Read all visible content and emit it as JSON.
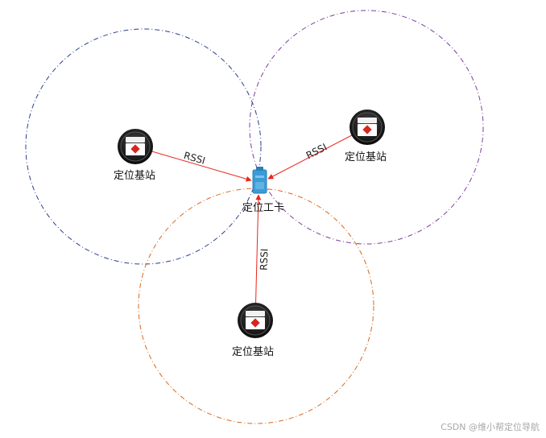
{
  "diagram": {
    "colors": {
      "circle_left": "#2b3f8c",
      "circle_right": "#7a3fa0",
      "circle_bottom": "#d9691f",
      "signal_line": "#e8261f",
      "card_body": "#3b9bd6"
    },
    "base_stations": [
      {
        "id": "left",
        "label": "定位基站"
      },
      {
        "id": "right",
        "label": "定位基站"
      },
      {
        "id": "bottom",
        "label": "定位基站"
      }
    ],
    "tag": {
      "label": "定位工卡"
    },
    "links": [
      {
        "from": "left",
        "label": "RSSI"
      },
      {
        "from": "right",
        "label": "RSSI"
      },
      {
        "from": "bottom",
        "label": "RSSI"
      }
    ],
    "icons": {
      "base_station": "base-station-icon",
      "tag": "badge-card-icon"
    }
  },
  "watermark": "CSDN @维小帮定位导航"
}
